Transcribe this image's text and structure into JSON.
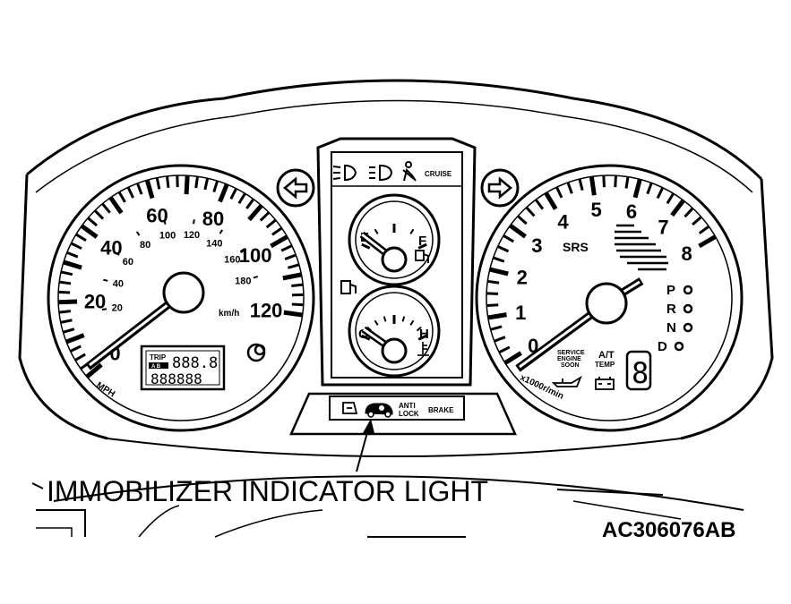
{
  "colors": {
    "ink": "#000000",
    "paper": "#ffffff"
  },
  "speedometer": {
    "mph_ticks": [
      "0",
      "20",
      "40",
      "60",
      "80",
      "100",
      "120"
    ],
    "kmh_ticks": [
      "20",
      "40",
      "60",
      "80",
      "100",
      "120",
      "140",
      "160",
      "180"
    ],
    "kmh_unit": "km/h",
    "mph_unit": "MPH",
    "odometer": {
      "trip_label": "TRIP",
      "trip_sub": "A B",
      "trip_digits": "888.8",
      "odo_digits": "888888"
    }
  },
  "tachometer": {
    "ticks": [
      "0",
      "1",
      "2",
      "3",
      "4",
      "5",
      "6",
      "7",
      "8"
    ],
    "unit": "x1000r/min",
    "srs_label": "SRS",
    "gears": [
      "P",
      "R",
      "N",
      "D"
    ],
    "gear_digit": "8",
    "service_label": [
      "SERVICE",
      "ENGINE",
      "SOON"
    ],
    "at_temp_label": [
      "A/T",
      "TEMP"
    ]
  },
  "fuel_gauge": {
    "empty": "E",
    "full": "F"
  },
  "temp_gauge": {
    "cold": "C",
    "hot": "H"
  },
  "indicator_strip_top": {
    "cruise_label": "CRUISE"
  },
  "indicator_strip_bottom": {
    "anti_lock_label": [
      "ANTI",
      "LOCK"
    ],
    "brake_label": "BRAKE"
  },
  "icons": {
    "left_turn": "left-turn-arrow-icon",
    "right_turn": "right-turn-arrow-icon",
    "immobilizer": "immobilizer-key-car-icon"
  },
  "callout": {
    "label": "IMMOBILIZER INDICATOR LIGHT"
  },
  "figure_id": "AC306076AB"
}
